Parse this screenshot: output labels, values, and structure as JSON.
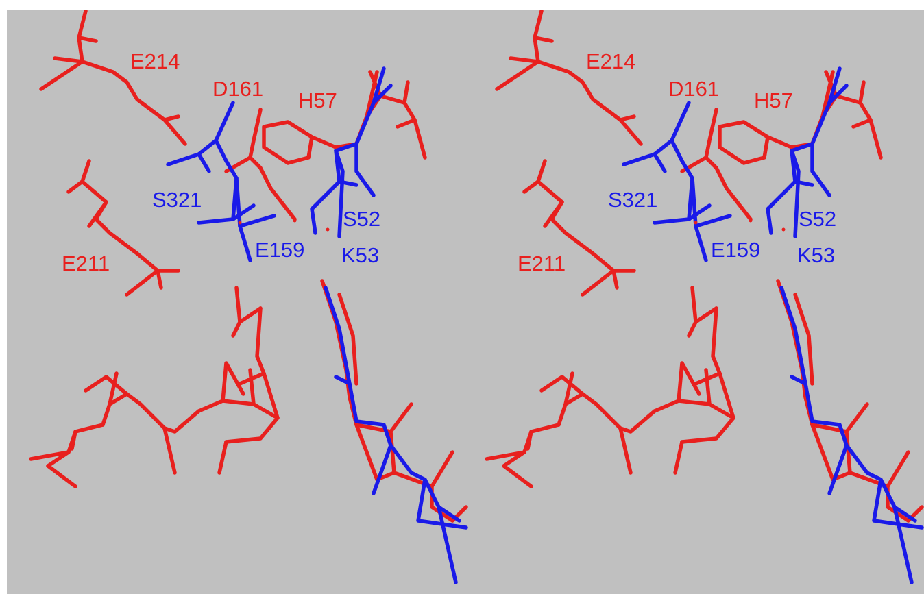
{
  "colors": {
    "background": "#c0c0c0",
    "frame": "#ffffff",
    "red_structure": "#e8201e",
    "blue_structure": "#1a1ae8",
    "dark_red": "#b01818"
  },
  "labels_red": [
    "E214",
    "D161",
    "H57",
    "E211"
  ],
  "labels_blue": [
    "S321",
    "S52",
    "E159",
    "K53"
  ],
  "views": [
    "left-eye-view",
    "right-eye-view"
  ]
}
